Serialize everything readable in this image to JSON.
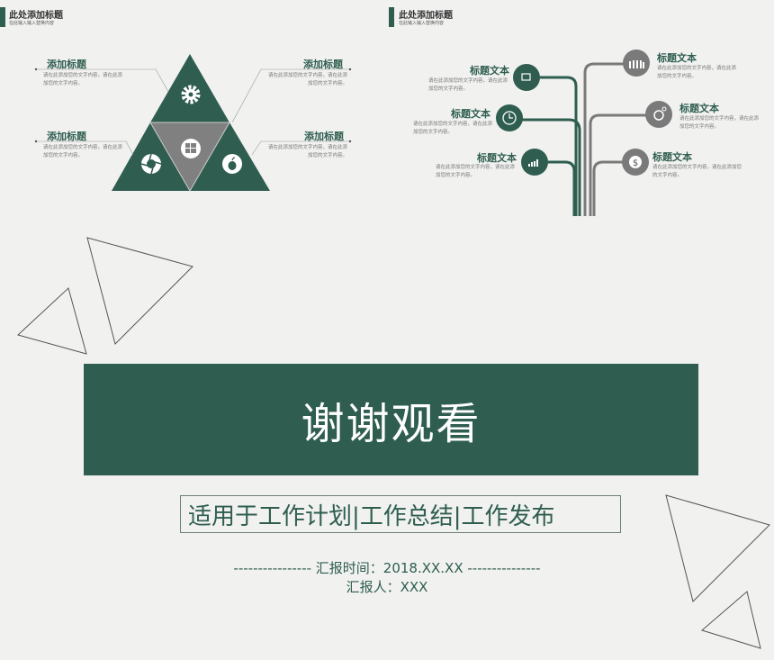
{
  "left_slide": {
    "title": "此处添加标题",
    "subtitle": "在此输入输入替换内容",
    "items": [
      {
        "label": "添加标题",
        "desc": "请在此添加您的文字内容，请在此添加您的文字内容。",
        "icon": "gear-icon"
      },
      {
        "label": "添加标题",
        "desc": "请在此添加您的文字内容，请在此添加您的文字内容。",
        "icon": "windows-icon"
      },
      {
        "label": "添加标题",
        "desc": "请在此添加您的文字内容，请在此添加您的文字内容。",
        "icon": "aperture-icon"
      },
      {
        "label": "添加标题",
        "desc": "请在此添加您的文字内容，请在此添加您的文字内容。",
        "icon": "apple-icon"
      }
    ]
  },
  "right_slide": {
    "title": "此处添加标题",
    "subtitle": "在此输入输入替换内容",
    "left_items": [
      {
        "label": "标题文本",
        "desc": "请在此添加您的文字内容，请在此添加您的文字内容。",
        "icon": "edit-icon"
      },
      {
        "label": "标题文本",
        "desc": "请在此添加您的文字内容，请在此添加您的文字内容。",
        "icon": "clock-icon"
      },
      {
        "label": "标题文本",
        "desc": "请在此添加您的文字内容，请在此添加您的文字内容。",
        "icon": "chart-icon"
      }
    ],
    "right_items": [
      {
        "label": "标题文本",
        "desc": "请在此添加您的文字内容，请在此添加您的文字内容。",
        "icon": "people-icon"
      },
      {
        "label": "标题文本",
        "desc": "请在此添加您的文字内容，请在此添加您的文字内容。",
        "icon": "settings-icon"
      },
      {
        "label": "标题文本",
        "desc": "请在此添加您的文字内容，请在此添加您的文字内容。",
        "icon": "dollar-icon"
      }
    ]
  },
  "main_slide": {
    "thanks": "谢谢观看",
    "subtitle": "适用于工作计划|工作总结|工作发布",
    "report_time": "---------------- 汇报时间：2018.XX.XX ---------------",
    "reporter": "汇报人：XXX"
  },
  "colors": {
    "accent": "#2f5e50",
    "gray": "#7f7f7f",
    "background": "#f1f1f0"
  }
}
